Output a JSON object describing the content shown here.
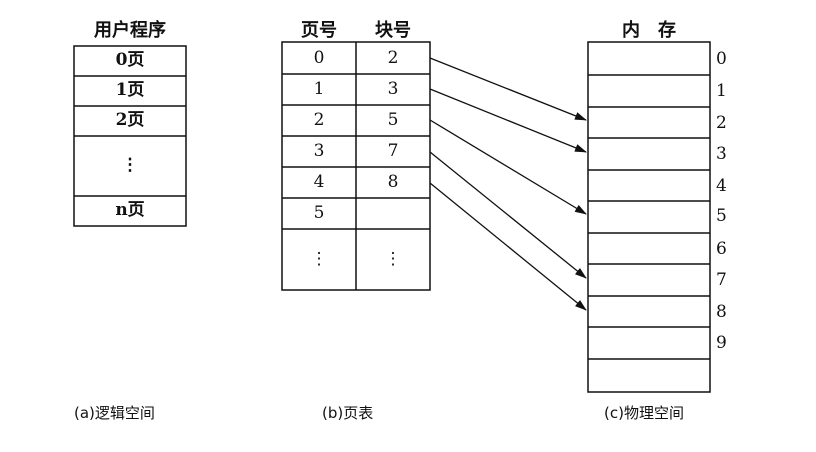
{
  "user_program": {
    "title": "用户程序",
    "rows": [
      "0页",
      "1页",
      "2页",
      "⋮",
      "n页"
    ],
    "caption": "(a)逻辑空间"
  },
  "page_table": {
    "header_page": "页号",
    "header_block": "块号",
    "rows": [
      {
        "page": "0",
        "block": "2"
      },
      {
        "page": "1",
        "block": "3"
      },
      {
        "page": "2",
        "block": "5"
      },
      {
        "page": "3",
        "block": "7"
      },
      {
        "page": "4",
        "block": "8"
      },
      {
        "page": "5",
        "block": ""
      },
      {
        "page": "⋮",
        "block": "⋮"
      }
    ],
    "caption": "(b)页表"
  },
  "memory": {
    "title": "内　存",
    "labels": [
      "0",
      "1",
      "2",
      "3",
      "4",
      "5",
      "6",
      "7",
      "8",
      "9"
    ],
    "caption": "(c)物理空间"
  },
  "mappings": [
    {
      "page": 0,
      "block": 2
    },
    {
      "page": 1,
      "block": 3
    },
    {
      "page": 2,
      "block": 5
    },
    {
      "page": 3,
      "block": 7
    },
    {
      "page": 4,
      "block": 8
    }
  ]
}
